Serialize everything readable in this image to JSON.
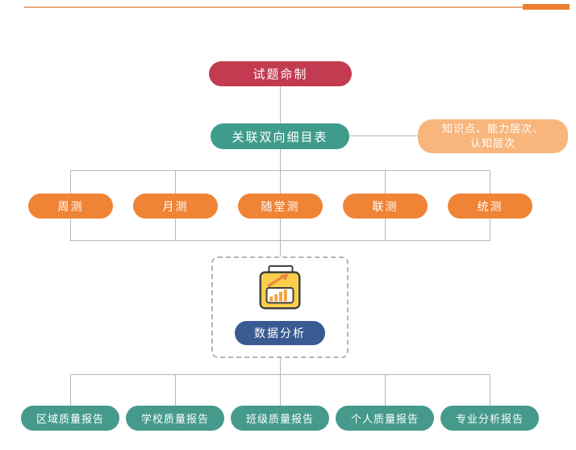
{
  "header_rule": {
    "thin_color": "#eaa87c",
    "accent_color": "#ec7f2e"
  },
  "flowchart": {
    "root": {
      "label": "试题命制",
      "color": "#c23b50"
    },
    "spec": {
      "label": "关联双向细目表",
      "color": "#3f9c8c"
    },
    "note": {
      "line1": "知识点、能力层次、",
      "line2": "认知层次",
      "color": "#f8b67c"
    },
    "tests_color": "#ef8336",
    "tests": [
      {
        "label": "周测"
      },
      {
        "label": "月测"
      },
      {
        "label": "随堂测"
      },
      {
        "label": "联测"
      },
      {
        "label": "统测"
      }
    ],
    "analysis": {
      "label": "数据分析",
      "color": "#3a5a92",
      "icon": "bar-chart-document-icon"
    },
    "reports_color": "#459a8c",
    "reports": [
      {
        "label": "区域质量报告"
      },
      {
        "label": "学校质量报告"
      },
      {
        "label": "班级质量报告"
      },
      {
        "label": "个人质量报告"
      },
      {
        "label": "专业分析报告"
      }
    ],
    "connector_color": "#b7b7b7"
  }
}
